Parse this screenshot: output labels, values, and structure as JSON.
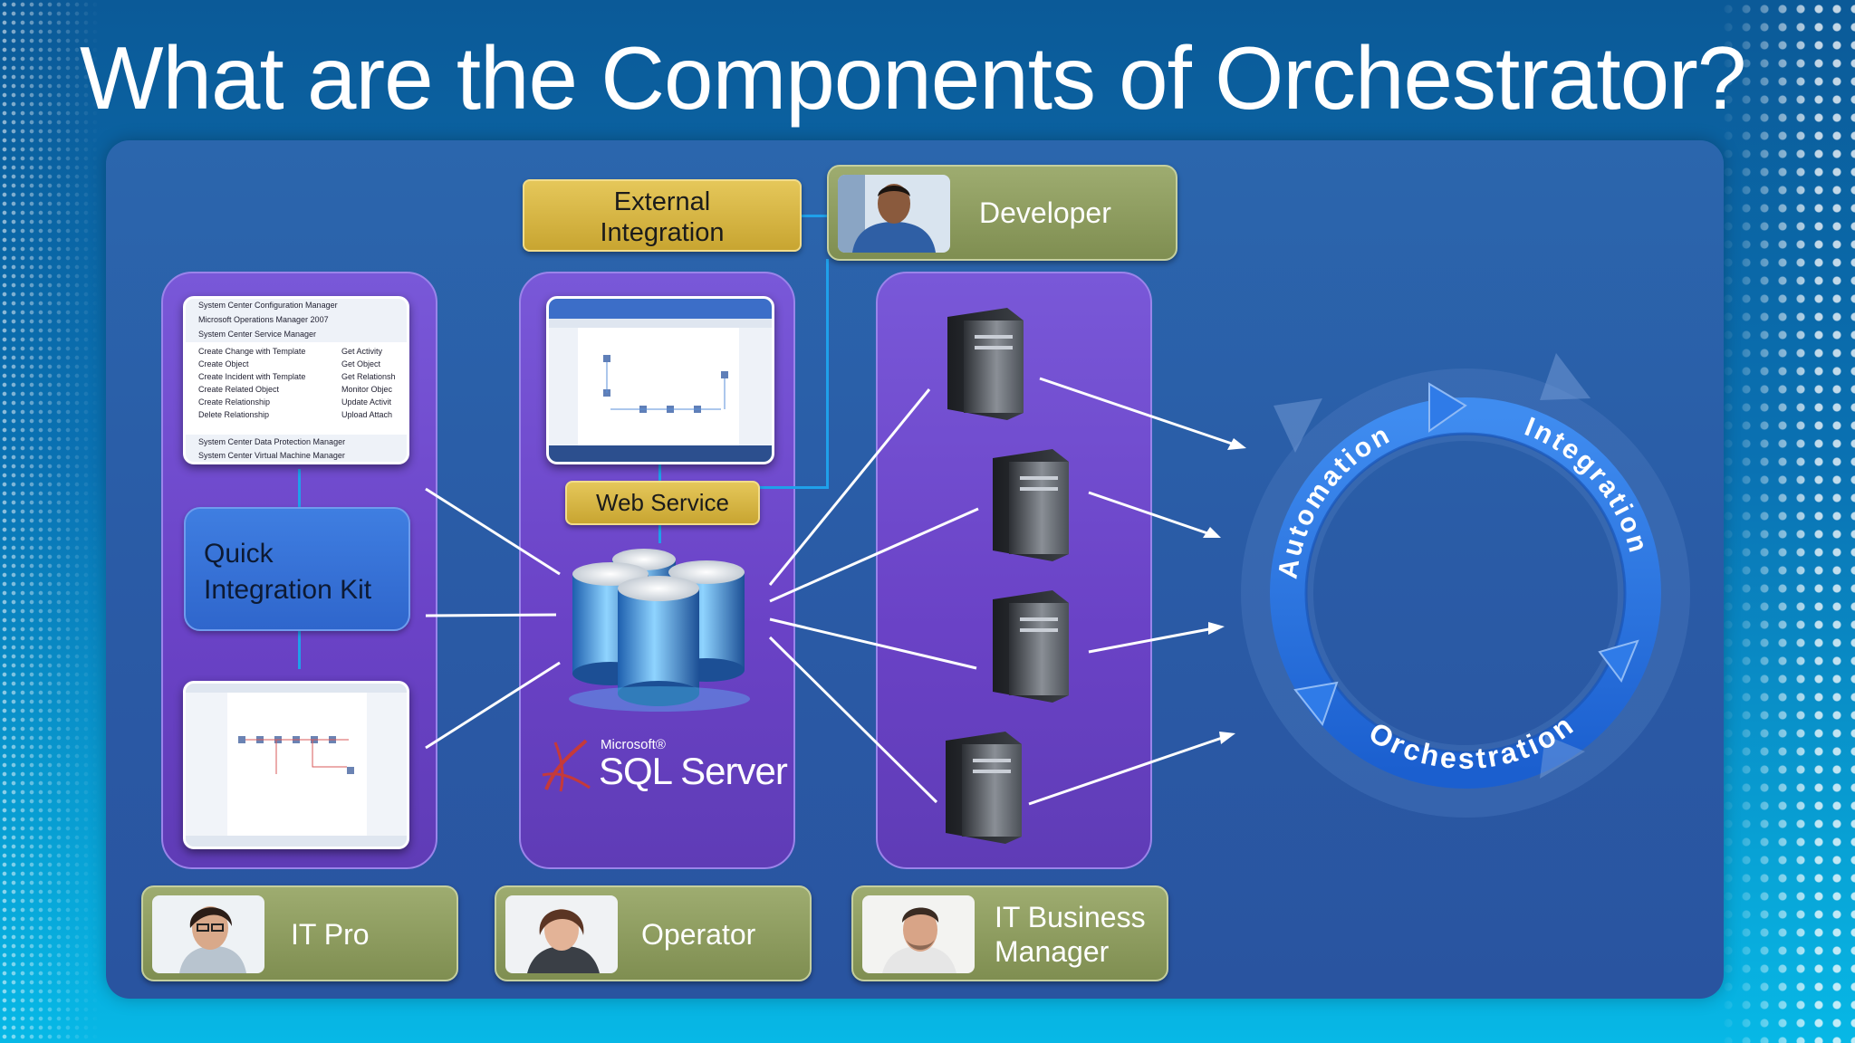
{
  "slide": {
    "title": "What are the Components of Orchestrator?"
  },
  "boxes": {
    "external_integration": "External Integration",
    "web_service": "Web Service",
    "quick_integration_kit": "Quick Integration Kit"
  },
  "logo": {
    "vendor": "Microsoft®",
    "product": "SQL Server"
  },
  "personas": {
    "developer": "Developer",
    "it_pro": "IT Pro",
    "operator": "Operator",
    "business_manager": "IT Business Manager"
  },
  "cycle": {
    "automation": "Automation",
    "integration": "Integration",
    "orchestration": "Orchestration"
  },
  "menu_screenshot": {
    "header_items": [
      "System Center Configuration Manager",
      "Microsoft Operations Manager 2007",
      "System Center Service Manager"
    ],
    "left_items": [
      "Create Change with Template",
      "Create Object",
      "Create Incident with Template",
      "Create Related Object",
      "Create Relationship",
      "Delete Relationship"
    ],
    "right_items": [
      "Get Activity",
      "Get Object",
      "Get Relationsh",
      "Monitor Objec",
      "Update Activit",
      "Upload Attach"
    ],
    "footer_items": [
      "System Center Data Protection Manager",
      "System Center Virtual Machine Manager"
    ]
  },
  "colors": {
    "column_purple": "#6a42c6",
    "box_gold": "#d4b341",
    "persona_green": "#8e9d5f",
    "cycle_blue": "#1f6fd6"
  }
}
